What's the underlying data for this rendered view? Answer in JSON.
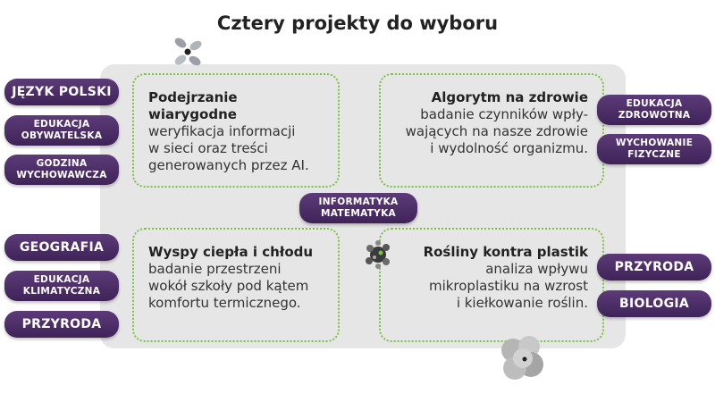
{
  "title": "Cztery projekty do wyboru",
  "colors": {
    "pill": "#4b2b66",
    "dots": "#7cc242",
    "board": "#e6e6e6"
  },
  "projects": [
    {
      "title": "Podejrzanie wiarygodne",
      "description": "weryfikacja informacji\nw sieci oraz treści\ngenerowanych przez AI."
    },
    {
      "title": "Algorytm na zdrowie",
      "description": "badanie czynników wpły-\nwających na nasze zdrowie\ni wydolność organizmu."
    },
    {
      "title": "Wyspy ciepła i chłodu",
      "description": "badanie przestrzeni\nwokół szkoły pod kątem\nkomfortu termicznego."
    },
    {
      "title": "Rośliny kontra plastik",
      "description": "analiza wpływu\nmikroplastiku na wzrost\ni kiełkowanie roślin."
    }
  ],
  "subjects": {
    "left_top": [
      "JĘZYK POLSKI",
      "EDUKACJA\nOBYWATELSKA",
      "GODZINA\nWYCHOWAWCZA"
    ],
    "left_bottom": [
      "GEOGRAFIA",
      "EDUKACJA\nKLIMATYCZNA",
      "PRZYRODA"
    ],
    "right_top": [
      "EDUKACJA\nZDROWOTNA",
      "WYCHOWANIE\nFIZYCZNE"
    ],
    "right_bottom": [
      "PRZYRODA",
      "BIOLOGIA"
    ],
    "center": "INFORMATYKA\nMATEMATYKA"
  },
  "icons": [
    "molecule-icon",
    "particle-cluster-icon",
    "cloud-blob-icon"
  ]
}
